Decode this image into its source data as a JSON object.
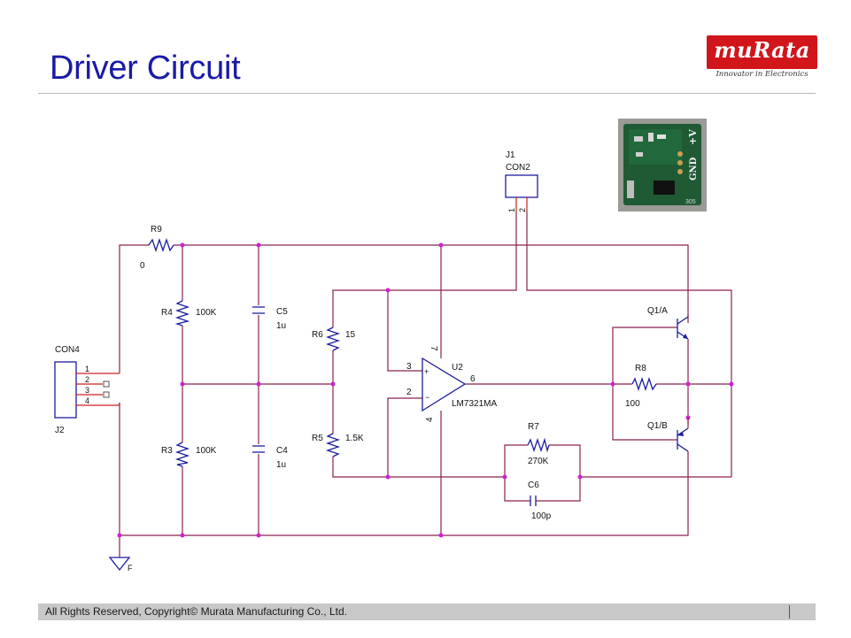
{
  "title": "Driver Circuit",
  "logo": {
    "brand": "muRata",
    "tagline": "Innovator in Electronics"
  },
  "photo": {
    "label_top": "+V",
    "label_bottom": "GND",
    "label_small": "305"
  },
  "footer": {
    "text": "All Rights Reserved, Copyright©  Murata Manufacturing Co., Ltd."
  },
  "schematic": {
    "r9": {
      "ref": "R9",
      "value": "0"
    },
    "r4": {
      "ref": "R4",
      "value": "100K"
    },
    "r3": {
      "ref": "R3",
      "value": "100K"
    },
    "c5": {
      "ref": "C5",
      "value": "1u"
    },
    "c4": {
      "ref": "C4",
      "value": "1u"
    },
    "r6": {
      "ref": "R6",
      "value": "15"
    },
    "r5": {
      "ref": "R5",
      "value": "1.5K"
    },
    "u2": {
      "ref": "U2",
      "part": "LM7321MA",
      "pin_plus": "3",
      "pin_minus": "2",
      "pin_out": "6",
      "pin_vp": "7",
      "pin_vn": "4"
    },
    "j1": {
      "ref": "J1",
      "part": "CON2",
      "pin1": "1",
      "pin2": "2"
    },
    "j2": {
      "ref": "J2",
      "part": "CON4",
      "pins": [
        "1",
        "2",
        "3",
        "4"
      ]
    },
    "r8": {
      "ref": "R8",
      "value": "100"
    },
    "r7": {
      "ref": "R7",
      "value": "270K"
    },
    "c6": {
      "ref": "C6",
      "value": "100p"
    },
    "q1a": {
      "ref": "Q1/A"
    },
    "q1b": {
      "ref": "Q1/B"
    },
    "gnd": {
      "label": "F"
    }
  },
  "colors": {
    "title": "#1a1aa8",
    "wire": "#8b2252",
    "component": "#1c1c9e",
    "junction": "#d020d0",
    "brand": "#d0161b",
    "footer": "#c8c8c8"
  }
}
